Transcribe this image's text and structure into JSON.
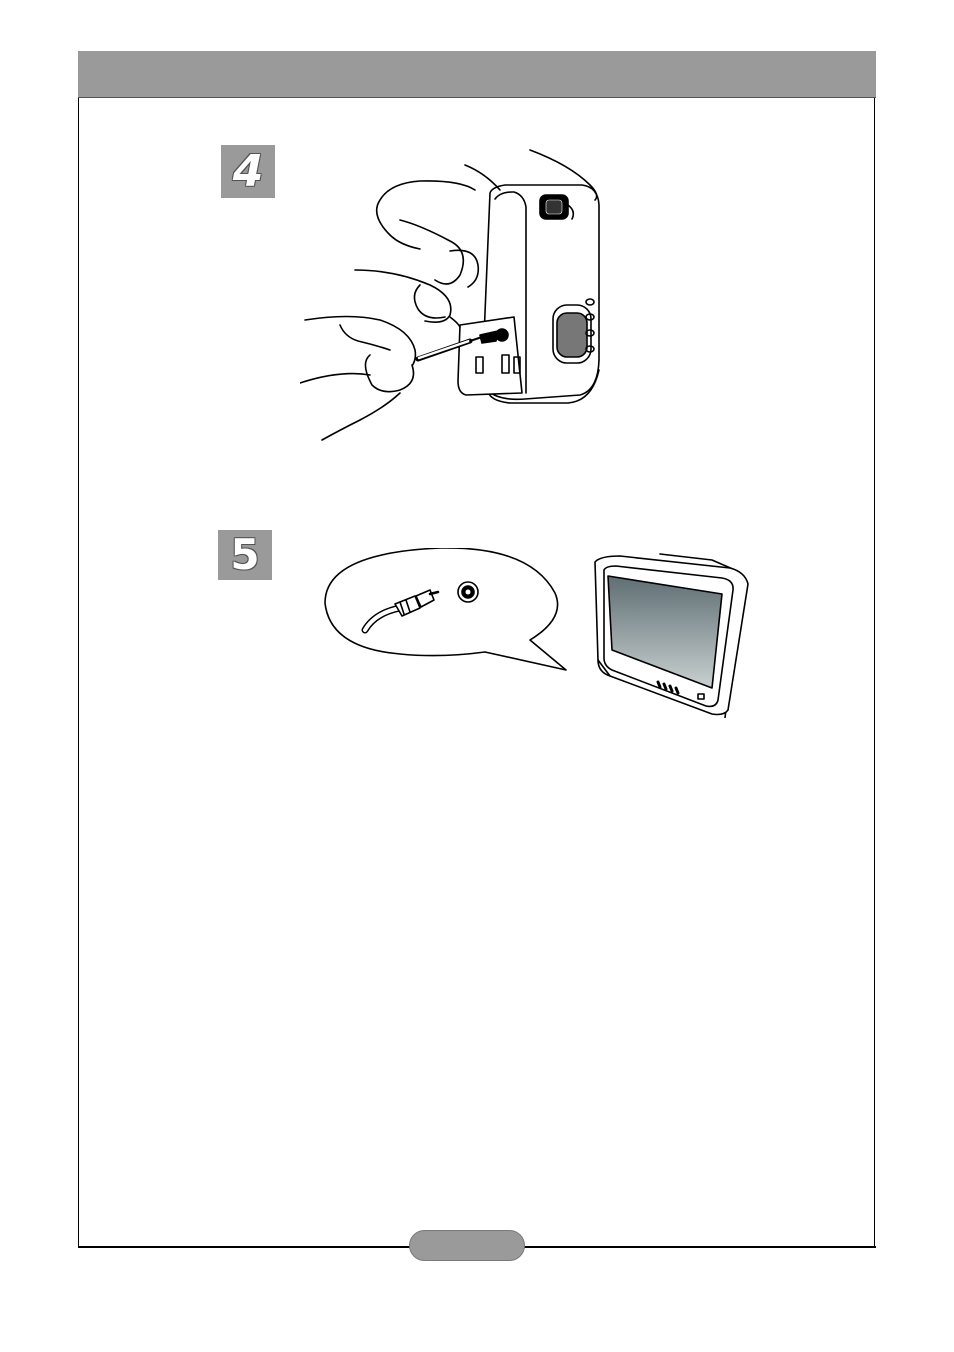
{
  "document": {
    "header": {
      "title": ""
    },
    "steps": [
      {
        "number": "4",
        "illustration": "connect-av-cable-to-camera"
      },
      {
        "number": "5",
        "illustration": "connect-av-plug-to-tv-input"
      }
    ],
    "footer": {
      "page_number": ""
    },
    "colors": {
      "header_gray": "#9a9a9a",
      "frame": "#000000",
      "screen_dark": "#5e6e73",
      "screen_light": "#c9d0d1"
    }
  }
}
